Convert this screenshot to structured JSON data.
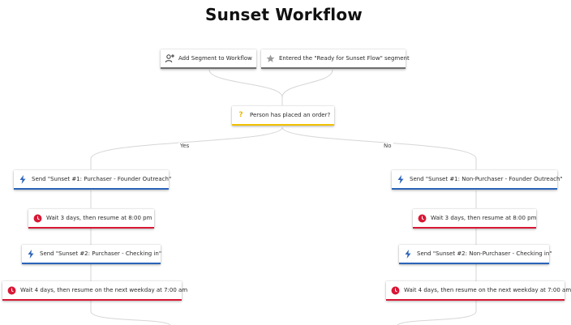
{
  "title": "Sunset Workflow",
  "triggers": {
    "add_segment": {
      "label": "Add Segment to Workflow",
      "icon": "add-person-icon"
    },
    "entered_segment": {
      "label": "Entered the \"Ready for Sunset Flow\" segment",
      "icon": "star-icon"
    }
  },
  "condition": {
    "label": "Person has placed an order?",
    "icon": "question-icon"
  },
  "branches": {
    "yes_label": "Yes",
    "no_label": "No"
  },
  "yes_steps": [
    {
      "label": "Send \"Sunset #1: Purchaser - Founder Outreach\"",
      "icon": "lightning-icon"
    },
    {
      "label": "Wait 3 days, then resume at 8:00 pm",
      "icon": "clock-icon"
    },
    {
      "label": "Send \"Sunset #2: Purchaser - Checking in\"",
      "icon": "lightning-icon"
    },
    {
      "label": "Wait 4 days, then resume on the next weekday at 7:00 am",
      "icon": "clock-icon"
    }
  ],
  "no_steps": [
    {
      "label": "Send \"Sunset #1: Non-Purchaser - Founder Outreach\"",
      "icon": "lightning-icon"
    },
    {
      "label": "Wait 3 days, then resume at 8:00 pm",
      "icon": "clock-icon"
    },
    {
      "label": "Send \"Sunset #2: Non-Purchaser - Checking in\"",
      "icon": "lightning-icon"
    },
    {
      "label": "Wait 4 days, then resume on the next weekday at 7:00 am",
      "icon": "clock-icon"
    }
  ],
  "colors": {
    "trigger": "#6e6e6e",
    "condition": "#f2c200",
    "send": "#2b63b8",
    "wait": "#d81836",
    "connector": "#cfcfcf"
  }
}
